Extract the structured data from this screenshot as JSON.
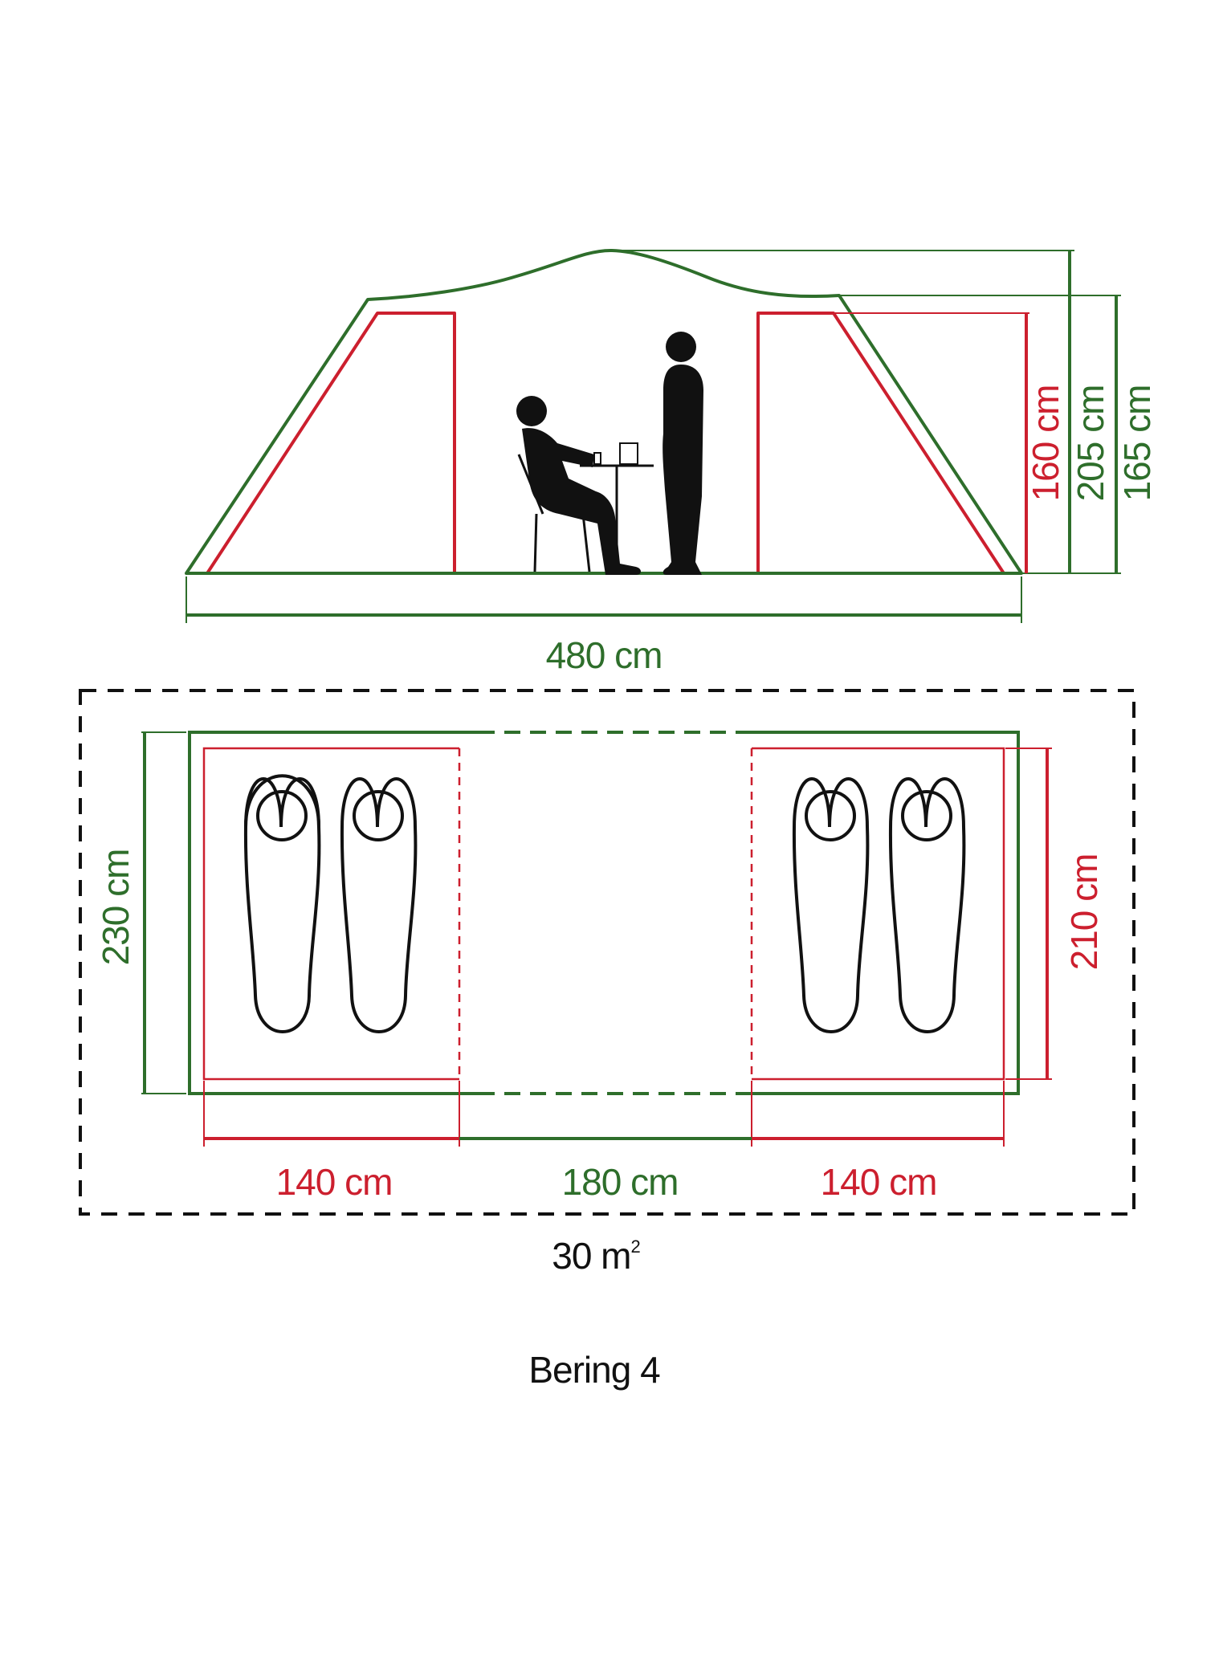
{
  "colors": {
    "outer_tent": "#2e6e2b",
    "inner_room": "#cc1f2e",
    "figure": "#111111",
    "background": "#ffffff"
  },
  "side_view": {
    "length_label": "480 cm",
    "room_height_label": "160 cm",
    "peak_height_label": "205 cm",
    "eave_height_label": "165 cm"
  },
  "floor_plan": {
    "width_label": "230 cm",
    "room_depth_label": "210 cm",
    "left_room_label": "140 cm",
    "center_label": "180 cm",
    "right_room_label": "140 cm",
    "area_number": "30 m",
    "area_sup": "2"
  },
  "product_name": "Bering 4",
  "icons": [
    "seated-person-icon",
    "standing-person-icon",
    "table-icon",
    "chair-icon",
    "cup-icon",
    "sleeping-bag-icon"
  ]
}
